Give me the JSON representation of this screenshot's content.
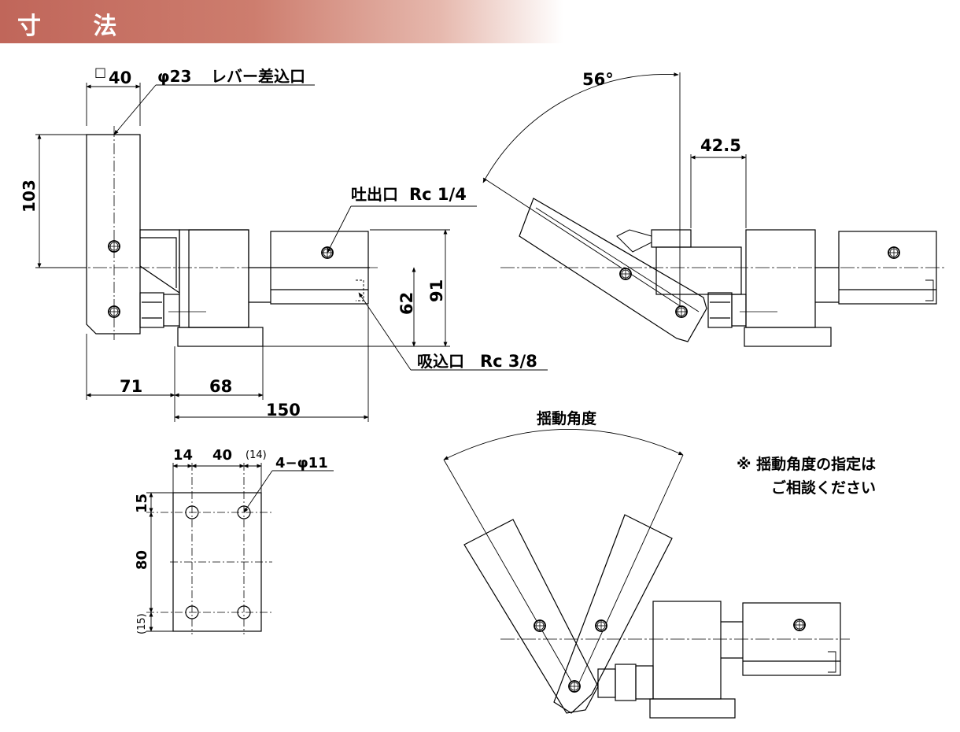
{
  "header": {
    "title": "寸 法"
  },
  "dims": {
    "sq40_sym": "□",
    "sq40": "40",
    "phi23": "φ23",
    "lever_port": "レバー差込口",
    "h103": "103",
    "discharge": "吐出口",
    "discharge_rc": "Rc 1/4",
    "suction": "吸込口",
    "suction_rc": "Rc 3/8",
    "h62": "62",
    "h91": "91",
    "w71": "71",
    "w68": "68",
    "w150": "150",
    "angle56": "56°",
    "w42_5": "42.5",
    "b14": "14",
    "b40": "40",
    "b14p": "(14)",
    "holes": "4−φ11",
    "b15": "15",
    "b80": "80",
    "b15p": "(15)",
    "swing_angle": "揺動角度"
  },
  "note": {
    "line1": "※ 揺動角度の指定は",
    "line2": "ご相談ください"
  }
}
